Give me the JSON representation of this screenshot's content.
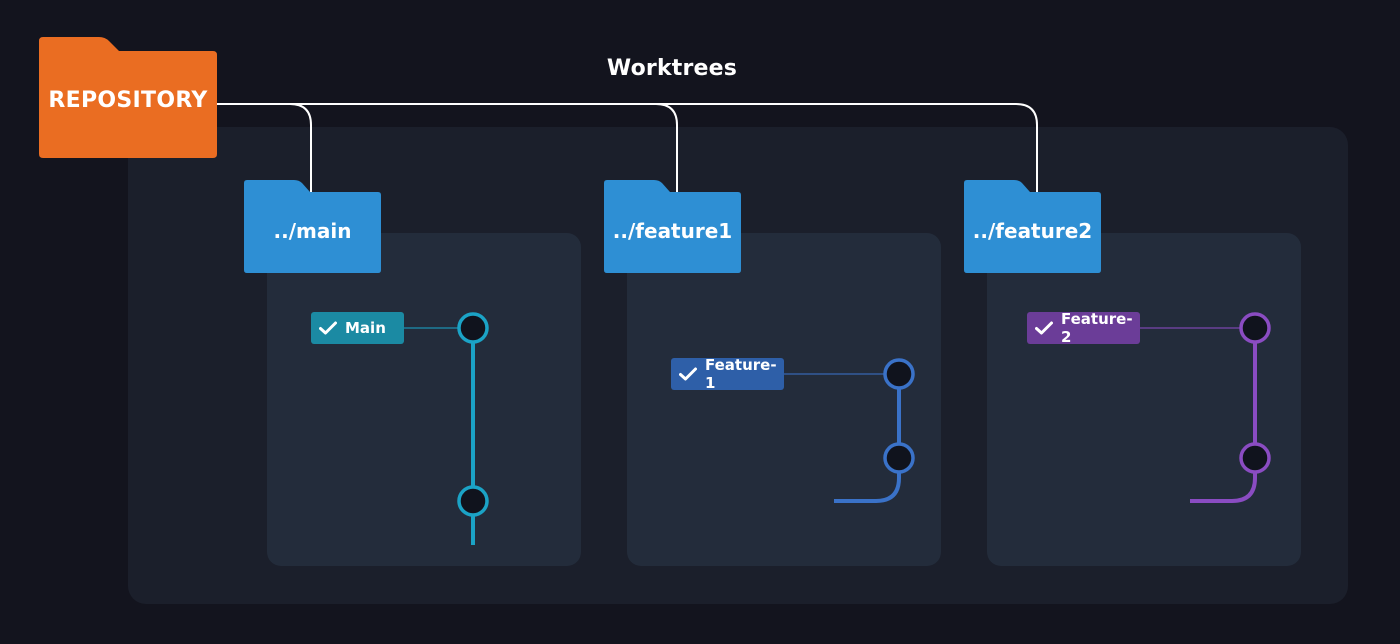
{
  "diagram": {
    "title": "Worktrees",
    "repository": {
      "label": "REPOSITORY",
      "color": "#ea6d22"
    },
    "worktrees": [
      {
        "folder_label": "../main",
        "branch_label": "Main",
        "branch_color": "#1b8aa3",
        "line_color": "#1ba3c6"
      },
      {
        "folder_label": "../feature1",
        "branch_label": "Feature-1",
        "branch_color": "#2e5fa8",
        "line_color": "#3a72c8"
      },
      {
        "folder_label": "../feature2",
        "branch_label": "Feature-2",
        "branch_color": "#6b3d98",
        "line_color": "#8a4cc2"
      }
    ],
    "colors": {
      "background": "#13141e",
      "panel": "#1b1f2b",
      "card": "#232c3b",
      "folder": "#2e8fd4",
      "connector": "#ffffff",
      "commit_fill": "#10131d"
    }
  }
}
